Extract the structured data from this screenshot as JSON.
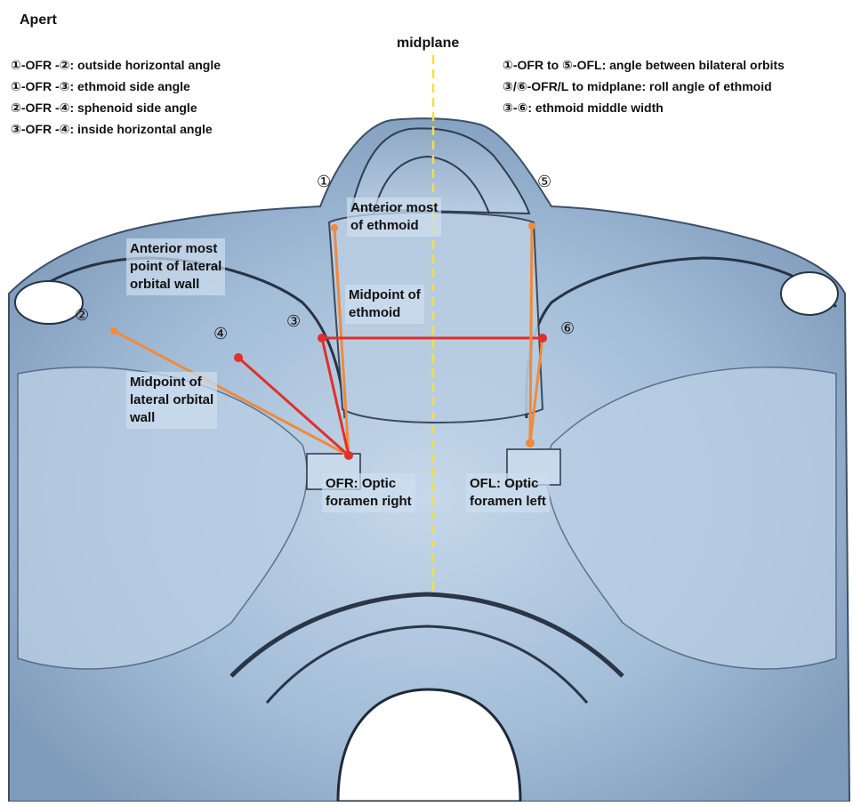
{
  "figure": {
    "title": "Apert",
    "midplane_label": "midplane",
    "legend_left": [
      "①-OFR -②: outside horizontal angle",
      "①-OFR -③: ethmoid side angle",
      "②-OFR -④: sphenoid side angle",
      "③-OFR -④: inside horizontal angle"
    ],
    "legend_right": [
      "①-OFR to ⑤-OFL: angle between bilateral orbits",
      "③/⑥-OFR/L to midplane: roll angle of ethmoid",
      "③-⑥: ethmoid middle width"
    ],
    "markers": {
      "m1": "①",
      "m2": "②",
      "m3": "③",
      "m4": "④",
      "m5": "⑤",
      "m6": "⑥"
    },
    "annotations": {
      "anterior_ethmoid": [
        "Anterior most",
        "of ethmoid"
      ],
      "anterior_lateral_wall": [
        "Anterior most",
        "point of lateral",
        "orbital wall"
      ],
      "midpoint_ethmoid": [
        "Midpoint of",
        "ethmoid"
      ],
      "midpoint_lateral_wall": [
        "Midpoint of",
        "lateral orbital",
        "wall"
      ],
      "ofr": [
        "OFR: Optic",
        "foramen right"
      ],
      "ofl": [
        "OFL: Optic",
        "foramen left"
      ]
    }
  },
  "colors": {
    "bone": "#a9c3de",
    "bone_dark": "#3d4f66",
    "orange_line": "#f08a3c",
    "red_line": "#e0302a",
    "midline": "#f2e23a",
    "background": "#ffffff"
  }
}
